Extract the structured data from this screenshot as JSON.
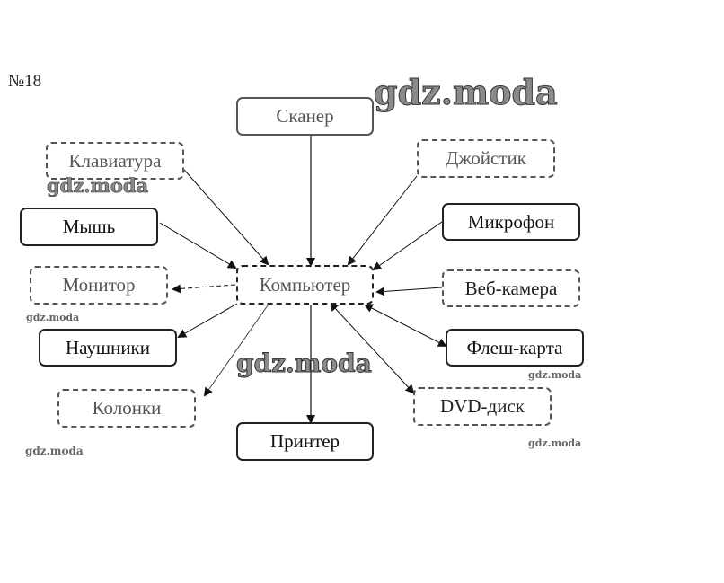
{
  "task_number": "№18",
  "center": {
    "id": "computer",
    "label": "Компьютер"
  },
  "nodes": [
    {
      "id": "scanner",
      "label": "Сканер",
      "direction": "input"
    },
    {
      "id": "keyboard",
      "label": "Клавиатура",
      "direction": "input"
    },
    {
      "id": "joystick",
      "label": "Джойстик",
      "direction": "input"
    },
    {
      "id": "mouse",
      "label": "Мышь",
      "direction": "input"
    },
    {
      "id": "microphone",
      "label": "Микрофон",
      "direction": "input"
    },
    {
      "id": "monitor",
      "label": "Монитор",
      "direction": "output"
    },
    {
      "id": "webcam",
      "label": "Веб-камера",
      "direction": "input"
    },
    {
      "id": "headphones",
      "label": "Наушники",
      "direction": "output"
    },
    {
      "id": "flash-card",
      "label": "Флеш-карта",
      "direction": "both"
    },
    {
      "id": "speakers",
      "label": "Колонки",
      "direction": "output"
    },
    {
      "id": "dvd-disc",
      "label": "DVD-диск",
      "direction": "both"
    },
    {
      "id": "printer",
      "label": "Принтер",
      "direction": "output"
    }
  ],
  "watermarks": [
    "gdz.moda",
    "gdz.moda",
    "gdz.moda",
    "gdz.moda",
    "gdz.moda",
    "gdz.moda",
    "gdz.moda"
  ]
}
